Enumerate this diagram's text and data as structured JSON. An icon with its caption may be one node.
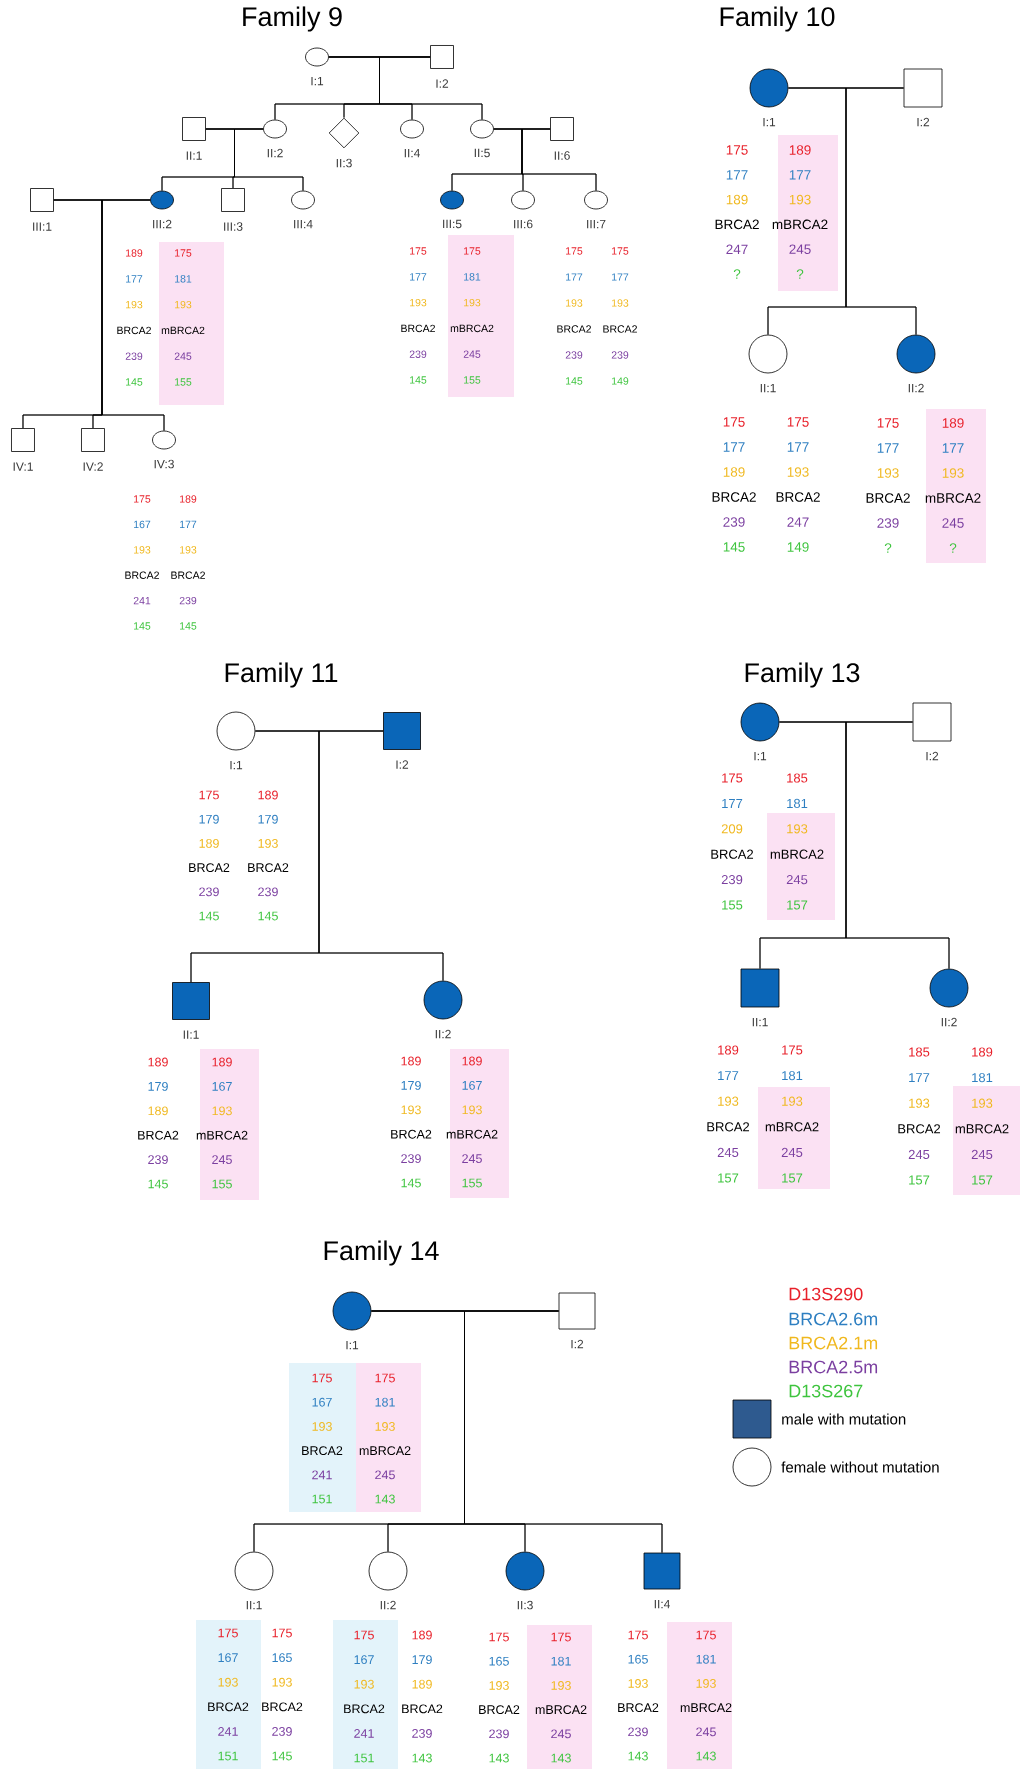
{
  "diagram": {
    "nodes": [
      {
        "text": [],
        "shape": "circle",
        "beside": [
          "I:1"
        ]
      },
      {
        "text": [],
        "shape": "box",
        "beside": [
          "I:2"
        ]
      },
      {
        "text": [],
        "shape": "box",
        "beside": [
          "II:1"
        ]
      },
      {
        "text": [],
        "shape": "circle",
        "beside": [
          "II:2"
        ]
      },
      {
        "text": [],
        "shape": "diamond",
        "beside": [
          "II:3"
        ]
      },
      {
        "text": [],
        "shape": "circle",
        "beside": [
          "II:4"
        ]
      },
      {
        "text": [],
        "shape": "circle",
        "beside": [
          "II:5"
        ]
      },
      {
        "text": [],
        "shape": "box",
        "beside": [
          "II:6"
        ]
      },
      {
        "text": [],
        "shape": "box",
        "beside": [
          "III:1"
        ]
      },
      {
        "text": [],
        "shape": "circle",
        "beside": [
          "III:2",
          "189",
          "175",
          "177",
          "181",
          "193",
          "193",
          "BRCA2",
          "mBRCA2",
          "239",
          "245",
          "145",
          "155"
        ]
      },
      {
        "text": [],
        "shape": "box",
        "beside": [
          "III:3"
        ]
      },
      {
        "text": [],
        "shape": "circle",
        "beside": [
          "III:4"
        ]
      },
      {
        "text": [],
        "shape": "circle",
        "beside": [
          "III:5",
          "175",
          "175",
          "177",
          "181",
          "193",
          "193",
          "BRCA2",
          "mBRCA2",
          "239",
          "245",
          "145",
          "155"
        ]
      },
      {
        "text": [],
        "shape": "circle",
        "beside": [
          "III:6"
        ]
      },
      {
        "text": [],
        "shape": "circle",
        "beside": [
          "III:7",
          "175",
          "175",
          "177",
          "177",
          "193",
          "193",
          "BRCA2",
          "BRCA2",
          "239",
          "239",
          "145",
          "149"
        ]
      },
      {
        "text": [],
        "shape": "box",
        "beside": [
          "IV:1"
        ]
      },
      {
        "text": [],
        "shape": "box",
        "beside": [
          "IV:2"
        ]
      },
      {
        "text": [],
        "shape": "circle",
        "beside": [
          "IV:3",
          "175",
          "189",
          "167",
          "177",
          "193",
          "193",
          "BRCA2",
          "BRCA2",
          "241",
          "239",
          "145",
          "145"
        ]
      },
      {
        "text": [],
        "shape": "circle",
        "beside": [
          "I:1",
          "175",
          "189",
          "177",
          "177",
          "189",
          "193",
          "BRCA2",
          "mBRCA2",
          "247",
          "245",
          "?",
          "?"
        ]
      },
      {
        "text": [],
        "shape": "box",
        "beside": [
          "I:2"
        ]
      },
      {
        "text": [],
        "shape": "circle",
        "beside": [
          "II:1",
          "175",
          "175",
          "177",
          "177",
          "189",
          "193",
          "BRCA2",
          "BRCA2",
          "239",
          "247",
          "145",
          "149"
        ]
      },
      {
        "text": [],
        "shape": "circle",
        "beside": [
          "II:2",
          "175",
          "189",
          "177",
          "177",
          "193",
          "193",
          "BRCA2",
          "mBRCA2",
          "239",
          "245",
          "?",
          "?"
        ]
      },
      {
        "text": [],
        "shape": "circle",
        "beside": [
          "I:1",
          "175",
          "189",
          "179",
          "179",
          "189",
          "193",
          "BRCA2",
          "BRCA2",
          "239",
          "239",
          "145",
          "145"
        ]
      },
      {
        "text": [],
        "shape": "box",
        "beside": [
          "I:2"
        ]
      },
      {
        "text": [],
        "shape": "box",
        "beside": [
          "II:1",
          "189",
          "189",
          "179",
          "167",
          "189",
          "193",
          "BRCA2",
          "mBRCA2",
          "239",
          "245",
          "145",
          "155"
        ]
      },
      {
        "text": [],
        "shape": "circle",
        "beside": [
          "II:2",
          "189",
          "189",
          "179",
          "167",
          "193",
          "193",
          "BRCA2",
          "mBRCA2",
          "239",
          "245",
          "145",
          "155"
        ]
      },
      {
        "text": [],
        "shape": "circle",
        "beside": [
          "I:1",
          "175",
          "185",
          "177",
          "181",
          "209",
          "193",
          "BRCA2",
          "mBRCA2",
          "239",
          "245",
          "155",
          "157"
        ]
      },
      {
        "text": [],
        "shape": "box",
        "beside": [
          "I:2"
        ]
      },
      {
        "text": [],
        "shape": "box",
        "beside": [
          "II:1",
          "189",
          "175",
          "177",
          "181",
          "193",
          "193",
          "BRCA2",
          "mBRCA2",
          "245",
          "245",
          "157",
          "157"
        ]
      },
      {
        "text": [],
        "shape": "circle",
        "beside": [
          "II:2",
          "185",
          "189",
          "177",
          "181",
          "193",
          "193",
          "BRCA2",
          "mBRCA2",
          "245",
          "245",
          "157",
          "157"
        ]
      },
      {
        "text": [],
        "shape": "circle",
        "beside": [
          "I:1",
          "175",
          "175",
          "167",
          "181",
          "193",
          "193",
          "BRCA2",
          "mBRCA2",
          "241",
          "245",
          "151",
          "143"
        ]
      },
      {
        "text": [],
        "shape": "box",
        "beside": [
          "I:2"
        ]
      },
      {
        "text": [],
        "shape": "circle",
        "beside": [
          "II:1",
          "175",
          "175",
          "167",
          "165",
          "193",
          "193",
          "BRCA2",
          "BRCA2",
          "241",
          "239",
          "151",
          "145"
        ]
      },
      {
        "text": [],
        "shape": "circle",
        "beside": [
          "II:2",
          "175",
          "189",
          "167",
          "179",
          "193",
          "189",
          "BRCA2",
          "BRCA2",
          "241",
          "239",
          "151",
          "143"
        ]
      },
      {
        "text": [],
        "shape": "circle",
        "beside": [
          "II:3",
          "175",
          "175",
          "165",
          "181",
          "193",
          "193",
          "BRCA2",
          "mBRCA2",
          "239",
          "245",
          "143",
          "143"
        ]
      },
      {
        "text": [],
        "shape": "box",
        "beside": [
          "II:4",
          "175",
          "175",
          "165",
          "181",
          "193",
          "193",
          "BRCA2",
          "mBRCA2",
          "239",
          "245",
          "143",
          "143"
        ]
      }
    ],
    "edges": [
      {
        "from": 0,
        "to": 1,
        "arrow": "none"
      },
      {
        "from": 2,
        "to": 3,
        "arrow": "none"
      },
      {
        "from": 6,
        "to": 7,
        "arrow": "none"
      },
      {
        "from": 8,
        "to": 9,
        "arrow": "none"
      },
      {
        "from": 18,
        "to": 19,
        "arrow": "none"
      },
      {
        "from": 22,
        "to": 23,
        "arrow": "none"
      },
      {
        "from": 26,
        "to": 27,
        "arrow": "none"
      },
      {
        "from": 30,
        "to": 31,
        "arrow": "none"
      },
      {
        "from": 0,
        "to": 3,
        "arrow": "none"
      },
      {
        "from": 1,
        "to": 3,
        "arrow": "none"
      },
      {
        "from": 0,
        "to": 4,
        "arrow": "none"
      },
      {
        "from": 1,
        "to": 4,
        "arrow": "none"
      },
      {
        "from": 0,
        "to": 5,
        "arrow": "none"
      },
      {
        "from": 1,
        "to": 5,
        "arrow": "none"
      },
      {
        "from": 0,
        "to": 6,
        "arrow": "none"
      },
      {
        "from": 1,
        "to": 6,
        "arrow": "none"
      },
      {
        "from": 2,
        "to": 9,
        "arrow": "none"
      },
      {
        "from": 3,
        "to": 9,
        "arrow": "none"
      },
      {
        "from": 2,
        "to": 10,
        "arrow": "none"
      },
      {
        "from": 3,
        "to": 10,
        "arrow": "none"
      },
      {
        "from": 2,
        "to": 11,
        "arrow": "none"
      },
      {
        "from": 3,
        "to": 11,
        "arrow": "none"
      },
      {
        "from": 6,
        "to": 12,
        "arrow": "none"
      },
      {
        "from": 7,
        "to": 12,
        "arrow": "none"
      },
      {
        "from": 6,
        "to": 13,
        "arrow": "none"
      },
      {
        "from": 7,
        "to": 13,
        "arrow": "none"
      },
      {
        "from": 6,
        "to": 14,
        "arrow": "none"
      },
      {
        "from": 7,
        "to": 14,
        "arrow": "none"
      },
      {
        "from": 8,
        "to": 15,
        "arrow": "none"
      },
      {
        "from": 9,
        "to": 15,
        "arrow": "none"
      },
      {
        "from": 8,
        "to": 16,
        "arrow": "none"
      },
      {
        "from": 9,
        "to": 16,
        "arrow": "none"
      },
      {
        "from": 8,
        "to": 17,
        "arrow": "none"
      },
      {
        "from": 9,
        "to": 17,
        "arrow": "none"
      },
      {
        "from": 18,
        "to": 20,
        "arrow": "none"
      },
      {
        "from": 19,
        "to": 20,
        "arrow": "none"
      },
      {
        "from": 18,
        "to": 21,
        "arrow": "none"
      },
      {
        "from": 19,
        "to": 21,
        "arrow": "none"
      },
      {
        "from": 22,
        "to": 24,
        "arrow": "none"
      },
      {
        "from": 23,
        "to": 24,
        "arrow": "none"
      },
      {
        "from": 22,
        "to": 25,
        "arrow": "none"
      },
      {
        "from": 23,
        "to": 25,
        "arrow": "none"
      },
      {
        "from": 26,
        "to": 28,
        "arrow": "none"
      },
      {
        "from": 27,
        "to": 28,
        "arrow": "none"
      },
      {
        "from": 26,
        "to": 29,
        "arrow": "none"
      },
      {
        "from": 27,
        "to": 29,
        "arrow": "none"
      },
      {
        "from": 30,
        "to": 32,
        "arrow": "none"
      },
      {
        "from": 31,
        "to": 32,
        "arrow": "none"
      },
      {
        "from": 30,
        "to": 33,
        "arrow": "none"
      },
      {
        "from": 31,
        "to": 33,
        "arrow": "none"
      },
      {
        "from": 30,
        "to": 34,
        "arrow": "none"
      },
      {
        "from": 31,
        "to": 34,
        "arrow": "none"
      },
      {
        "from": 30,
        "to": 35,
        "arrow": "none"
      },
      {
        "from": 31,
        "to": 35,
        "arrow": "none"
      }
    ],
    "labels": [
      "Family 9",
      "Family 10",
      "Family 11",
      "Family 13",
      "Family 14"
    ],
    "legend": [
      {
        "text": "D13S290",
        "color": "#e8202a"
      },
      {
        "text": "BRCA2.6m",
        "color": "#2e7fc1"
      },
      {
        "text": "BRCA2.1m",
        "color": "#f0b81e"
      },
      {
        "text": "BRCA2.5m",
        "color": "#7b3fa0"
      },
      {
        "text": "D13S267",
        "color": "#3ec43e"
      },
      {
        "text": "male with mutation"
      },
      {
        "text": "female without mutation"
      }
    ]
  }
}
